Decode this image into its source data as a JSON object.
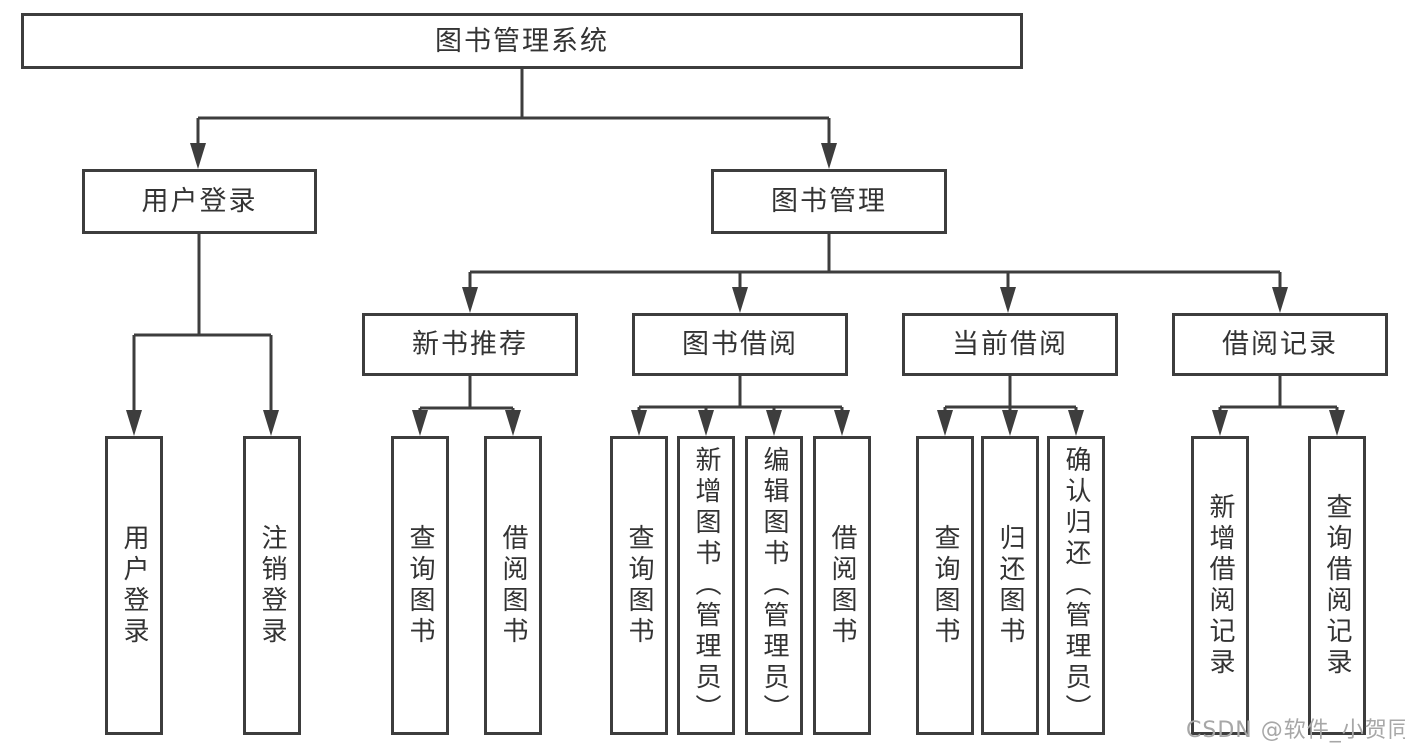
{
  "diagram_title": "图书管理系统",
  "nodes": {
    "root": "图书管理系统",
    "user_login": "用户登录",
    "book_mgmt": "图书管理",
    "new_books": "新书推荐",
    "book_borrow": "图书借阅",
    "current_borrow": "当前借阅",
    "borrow_records": "借阅记录",
    "leaf_user_login": "用户登录",
    "leaf_logout": "注销登录",
    "leaf_nb_query": "查询图书",
    "leaf_nb_borrow": "借阅图书",
    "leaf_bb_query": "查询图书",
    "leaf_bb_add": "新增图书（管理员）",
    "leaf_bb_edit": "编辑图书（管理员）",
    "leaf_bb_borrow": "借阅图书",
    "leaf_cb_query": "查询图书",
    "leaf_cb_return": "归还图书",
    "leaf_cb_confirm": "确认归还（管理员）",
    "leaf_br_add": "新增借阅记录",
    "leaf_br_query": "查询借阅记录"
  },
  "watermark": "CSDN @软件_小贺同学",
  "colors": {
    "line": "#3d3d3d",
    "text": "#333333",
    "watermark": "#a7a7a7",
    "background": "#ffffff"
  }
}
